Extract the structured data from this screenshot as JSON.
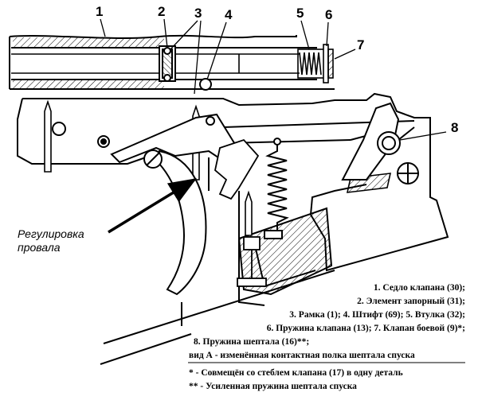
{
  "callouts": [
    {
      "id": "1",
      "label": "1"
    },
    {
      "id": "2",
      "label": "2"
    },
    {
      "id": "3",
      "label": "3"
    },
    {
      "id": "4",
      "label": "4"
    },
    {
      "id": "5",
      "label": "5"
    },
    {
      "id": "6",
      "label": "6"
    },
    {
      "id": "7",
      "label": "7"
    },
    {
      "id": "8",
      "label": "8"
    }
  ],
  "caption": {
    "line1": "Регулировка",
    "line2": "провала"
  },
  "legend": [
    "1. Седло клапана (30);",
    "2. Элемент запорный (31);",
    "3. Рамка (1); 4. Штифт (69); 5. Втулка (32);",
    "6. Пружина клапана (13); 7. Клапан боевой (9)*;",
    "8. Пружина шептала (16)**;",
    "вид А - изменённая контактная полка шептала спуска",
    "* - Совмещён со стеблем клапана (17) в одну деталь",
    "** - Усиленная пружина шептала спуска"
  ],
  "colors": {
    "ink": "#000000",
    "hatch": "#000000",
    "paper": "#ffffff"
  }
}
